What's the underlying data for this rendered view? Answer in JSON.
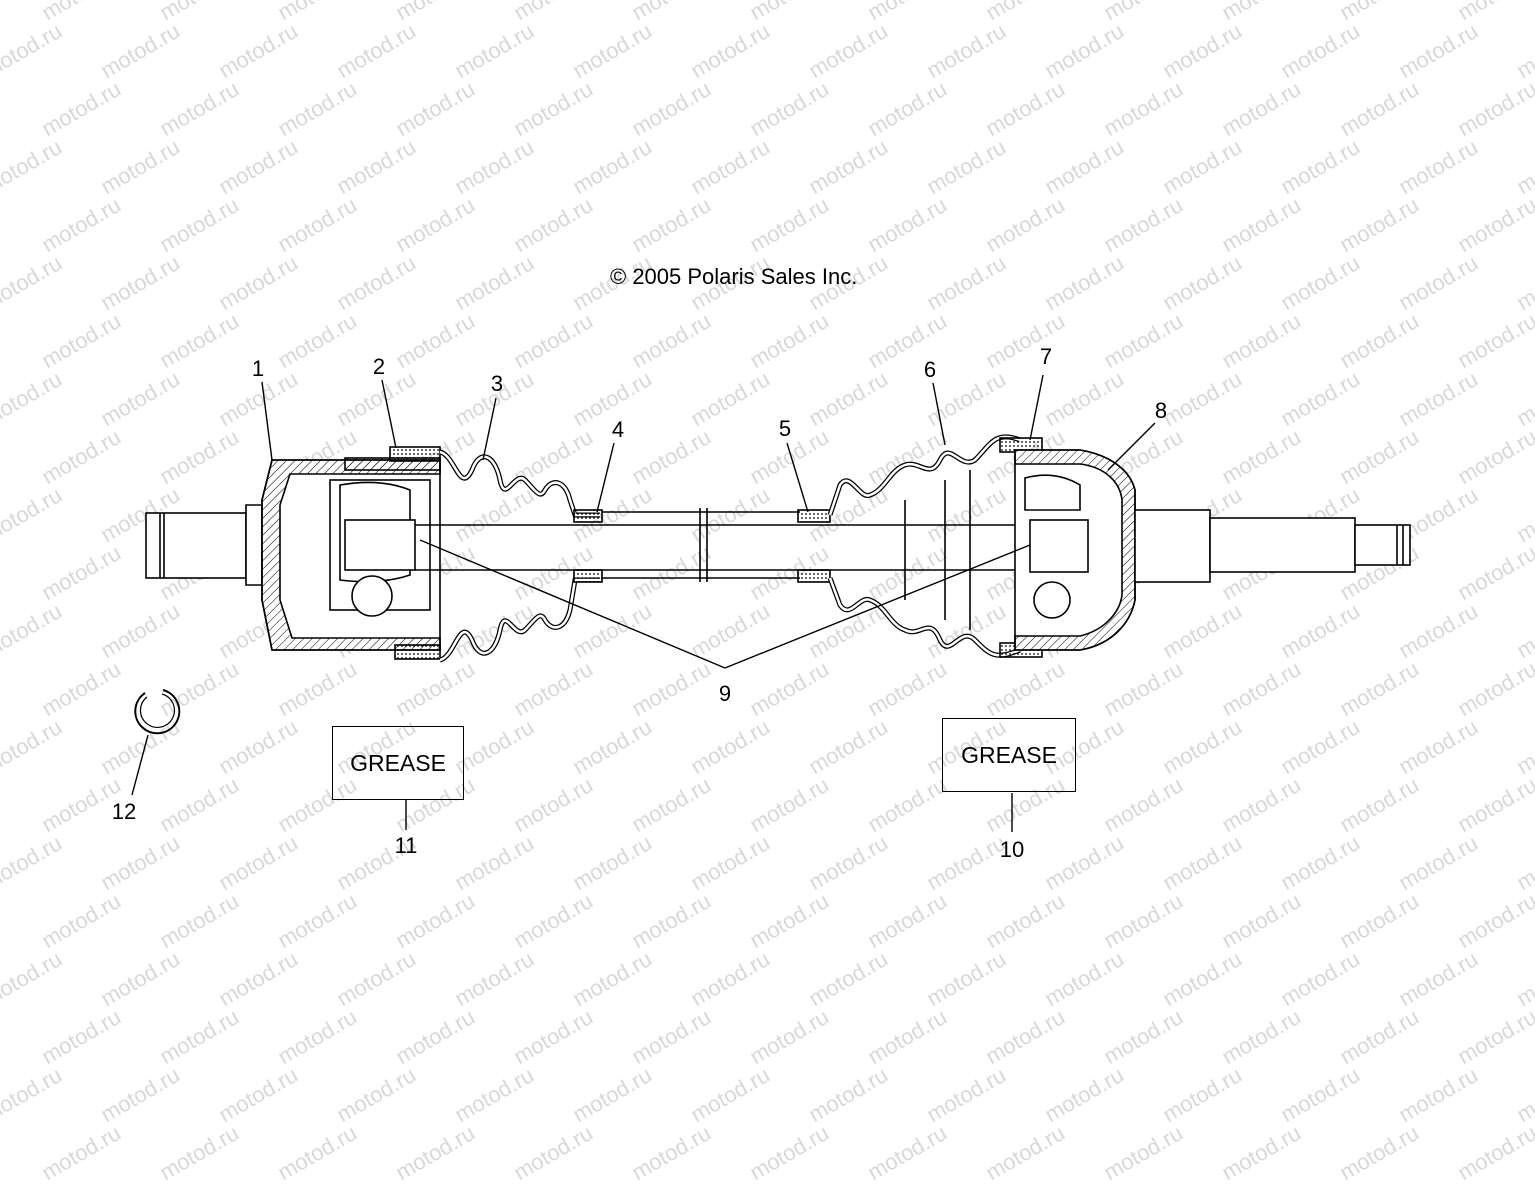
{
  "watermark": "motod.ru",
  "copyright": "© 2005 Polaris Sales Inc.",
  "callouts": [
    {
      "id": "1",
      "label": "1"
    },
    {
      "id": "2",
      "label": "2"
    },
    {
      "id": "3",
      "label": "3"
    },
    {
      "id": "4",
      "label": "4"
    },
    {
      "id": "5",
      "label": "5"
    },
    {
      "id": "6",
      "label": "6"
    },
    {
      "id": "7",
      "label": "7"
    },
    {
      "id": "8",
      "label": "8"
    },
    {
      "id": "9",
      "label": "9"
    },
    {
      "id": "10",
      "label": "10"
    },
    {
      "id": "11",
      "label": "11"
    },
    {
      "id": "12",
      "label": "12"
    }
  ],
  "grease_boxes": [
    {
      "label": "GREASE"
    },
    {
      "label": "GREASE"
    }
  ]
}
